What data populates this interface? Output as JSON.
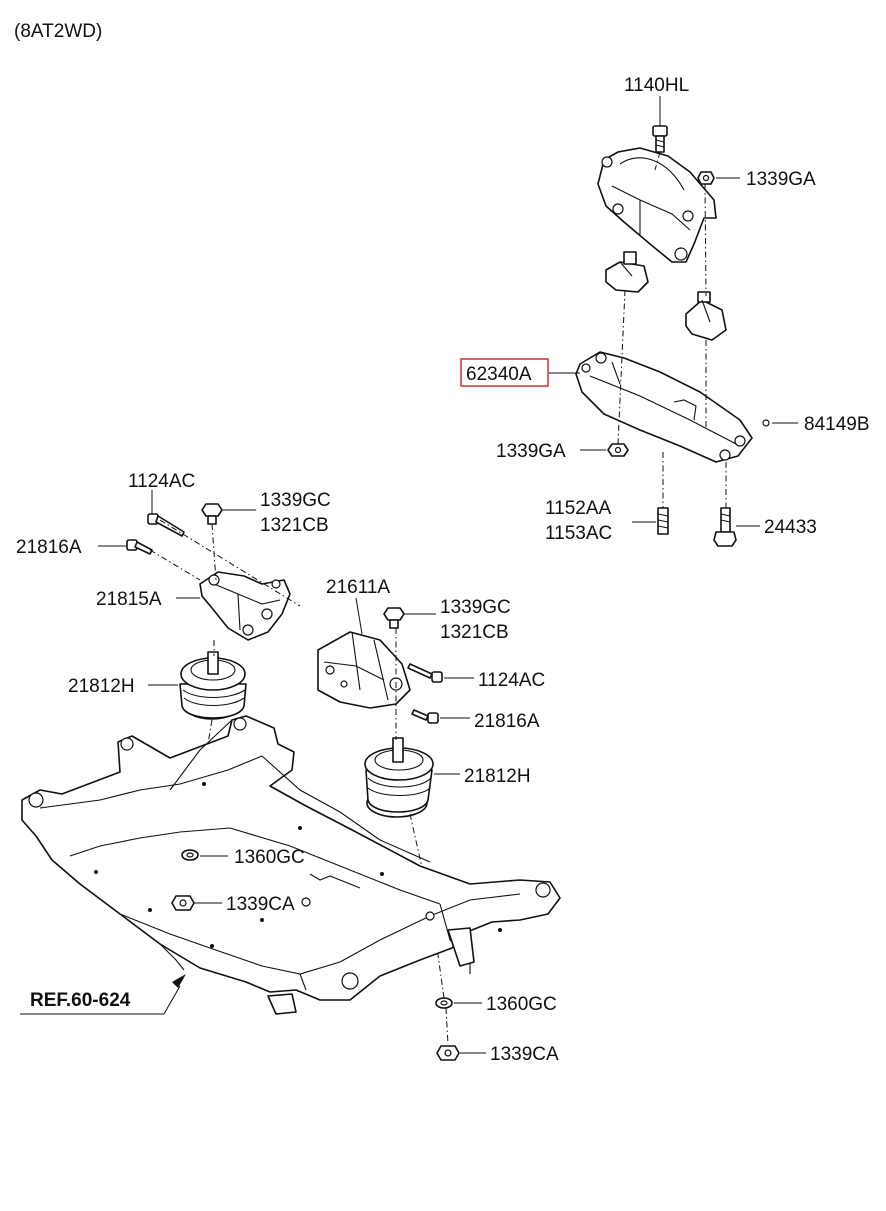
{
  "header": {
    "variant": "(8AT2WD)"
  },
  "highlight_color": "#d32f2f",
  "labels": {
    "p1140hl": "1140HL",
    "p1339ga_top": "1339GA",
    "p62340a": "62340A",
    "p84149b": "84149B",
    "p1339ga_mid": "1339GA",
    "p1152aa": "1152AA",
    "p1153ac": "1153AC",
    "p24433": "24433",
    "p1124ac_left": "1124AC",
    "p1339gc_left": "1339GC",
    "p1321cb_left": "1321CB",
    "p21816a_left": "21816A",
    "p21815a": "21815A",
    "p21812h_left": "21812H",
    "p21611a": "21611A",
    "p1339gc_right": "1339GC",
    "p1321cb_right": "1321CB",
    "p1124ac_right": "1124AC",
    "p21816a_right": "21816A",
    "p21812h_right": "21812H",
    "p1360gc_left": "1360GC",
    "p1339ca_left": "1339CA",
    "ref": "REF.60-624",
    "p1360gc_right": "1360GC",
    "p1339ca_right": "1339CA"
  }
}
